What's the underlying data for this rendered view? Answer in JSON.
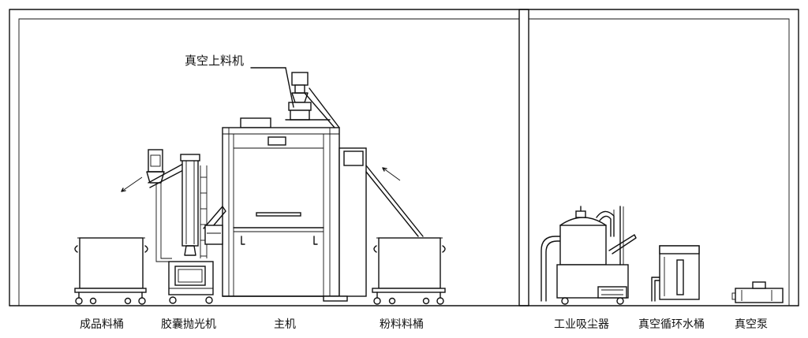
{
  "callout": {
    "vacuum_loader": "真空上料机"
  },
  "labels": {
    "finished_bin": "成品料桶",
    "capsule_polisher": "胶囊抛光机",
    "main_machine": "主机",
    "powder_bin": "粉料料桶",
    "industrial_vacuum": "工业吸尘器",
    "vacuum_water_tank": "真空循环水桶",
    "vacuum_pump": "真空泵"
  }
}
